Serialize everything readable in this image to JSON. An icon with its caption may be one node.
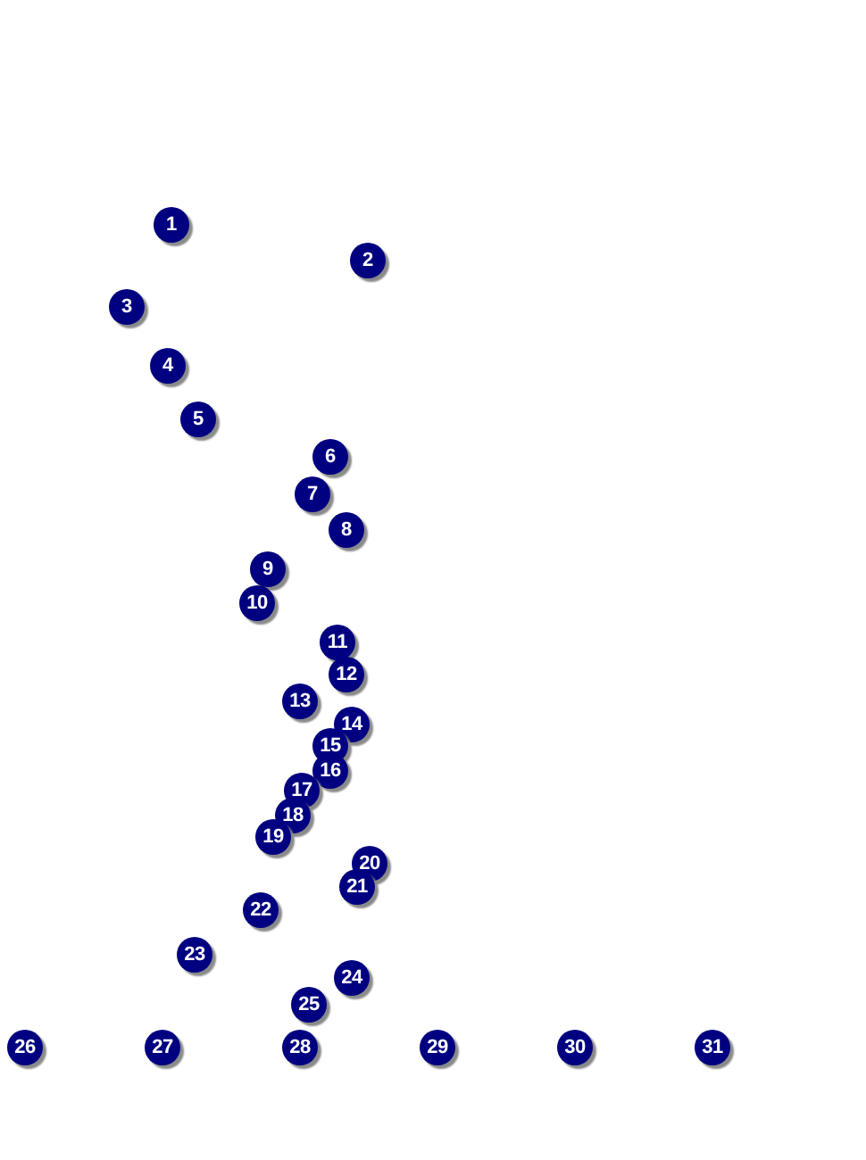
{
  "diagram": {
    "labels": [
      "1",
      "2",
      "3",
      "4",
      "5",
      "6",
      "7",
      "8",
      "9",
      "10",
      "11",
      "12",
      "13",
      "14",
      "15",
      "16",
      "17",
      "18",
      "19",
      "20",
      "21",
      "22",
      "23",
      "24",
      "25",
      "26",
      "27",
      "28",
      "29",
      "30",
      "31"
    ]
  }
}
